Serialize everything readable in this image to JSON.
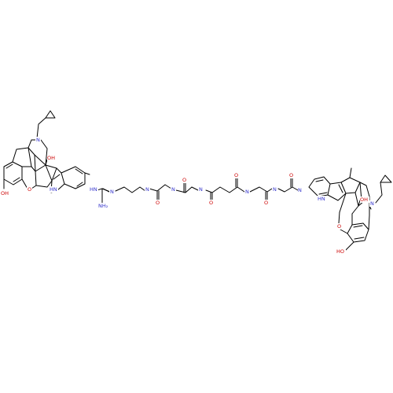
{
  "molecule": {
    "colors": {
      "background": "#ffffff",
      "bond": "#000000",
      "nitrogen": "#3333cc",
      "oxygen": "#cc0000"
    },
    "atom_labels": [
      {
        "text": "OH",
        "el": "O"
      },
      {
        "text": "O",
        "el": "O"
      },
      {
        "text": "N",
        "el": "N"
      },
      {
        "text": "OH",
        "el": "O"
      },
      {
        "text": "HN",
        "el": "N"
      },
      {
        "text": "HN",
        "el": "N"
      },
      {
        "text": "N",
        "el": "N"
      },
      {
        "text": "NH₂",
        "el": "N"
      },
      {
        "text": "N",
        "el": "N"
      },
      {
        "text": "O",
        "el": "O"
      },
      {
        "text": "N",
        "el": "N"
      },
      {
        "text": "O",
        "el": "O"
      },
      {
        "text": "N",
        "el": "N"
      },
      {
        "text": "O",
        "el": "O"
      },
      {
        "text": "O",
        "el": "O"
      },
      {
        "text": "N",
        "el": "N"
      },
      {
        "text": "O",
        "el": "O"
      },
      {
        "text": "N",
        "el": "N"
      },
      {
        "text": "O",
        "el": "O"
      },
      {
        "text": "N",
        "el": "N"
      },
      {
        "text": "HN",
        "el": "N"
      },
      {
        "text": "OH",
        "el": "O"
      },
      {
        "text": "N",
        "el": "N"
      },
      {
        "text": "O",
        "el": "O"
      },
      {
        "text": "HO",
        "el": "O"
      }
    ]
  }
}
